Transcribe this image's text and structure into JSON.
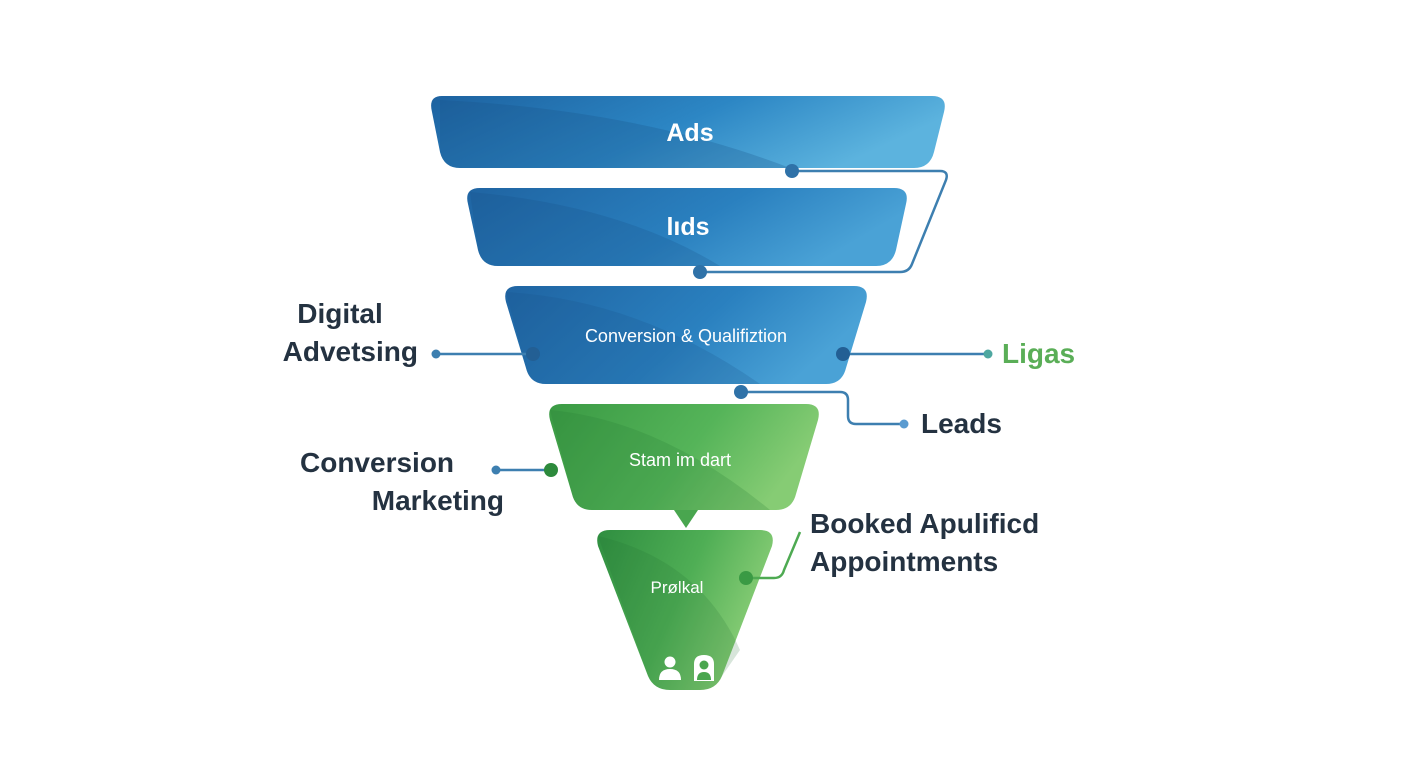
{
  "stages": [
    {
      "label": "Ads",
      "color": "blue"
    },
    {
      "label": "lıds",
      "color": "blue"
    },
    {
      "label": "Conversion & Qualifiztion",
      "color": "blue"
    },
    {
      "label": "Stam im dart",
      "color": "green"
    },
    {
      "label": "Prølkal",
      "color": "green"
    }
  ],
  "annotations": {
    "digital_advertising": [
      "Digital",
      "Advetsing"
    ],
    "conversion_marketing": [
      "Conversion",
      "Marketing"
    ],
    "ligas": "Ligas",
    "leads": "Leads",
    "booked_appointments": [
      "Booked Apulificd",
      "Appointments"
    ]
  },
  "colors": {
    "blue_dark": "#1e67a3",
    "blue_light": "#58b0dc",
    "green_dark": "#3a9a45",
    "green_light": "#7fc86f",
    "connector_blue": "#3d7fb0",
    "connector_green": "#4eaa52",
    "label_dark": "#243241",
    "label_green": "#5aae57"
  },
  "icons": [
    "person-icon",
    "person-badge-icon"
  ]
}
